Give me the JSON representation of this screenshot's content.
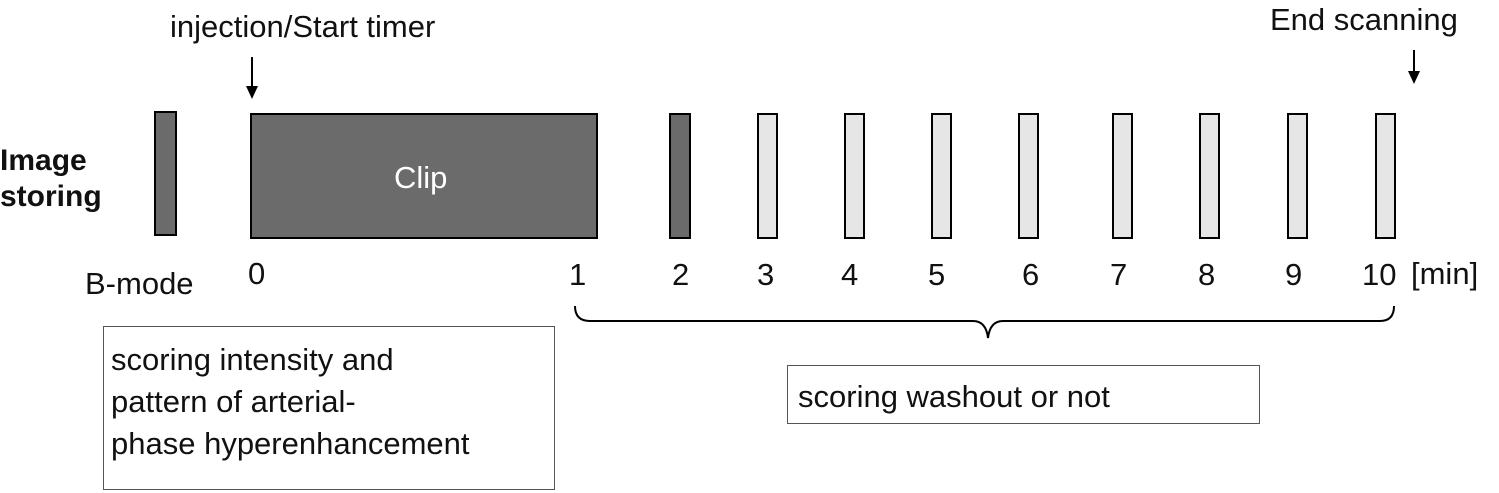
{
  "labels": {
    "injection": "injection/Start timer",
    "end_scanning": "End scanning",
    "image_storing_line1": "Image",
    "image_storing_line2": "storing",
    "b_mode": "B-mode",
    "clip": "Clip",
    "unit": "[min]"
  },
  "ticks": [
    "0",
    "1",
    "2",
    "3",
    "4",
    "5",
    "6",
    "7",
    "8",
    "9",
    "10"
  ],
  "boxes": {
    "arterial": [
      "scoring intensity and",
      "pattern of arterial-",
      "phase hyperenhancement"
    ],
    "washout": "scoring washout or not"
  },
  "colors": {
    "dark_bar": "#6b6b6b",
    "light_bar": "#e6e6e6",
    "outline": "#000000"
  }
}
